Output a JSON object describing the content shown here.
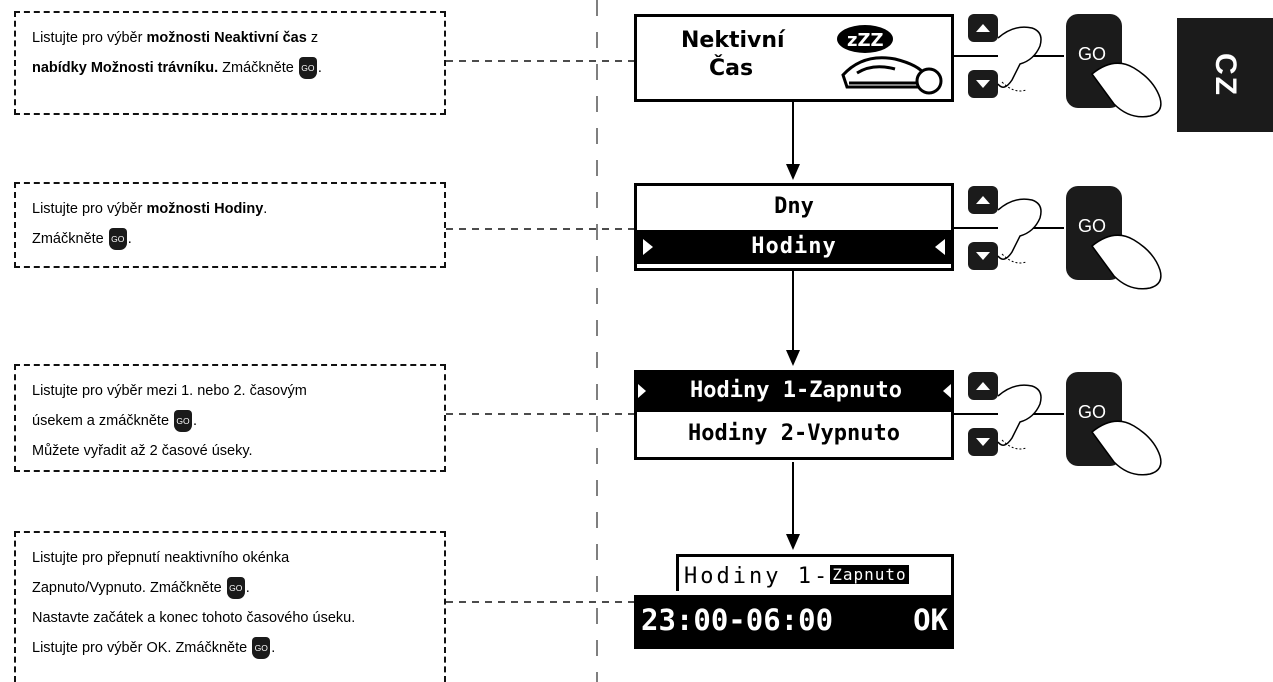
{
  "steps": [
    {
      "line1_a": "Listujte pro výběr ",
      "line1_b": "možnosti Neaktivní čas",
      "line1_c": " z",
      "line2_b": "nabídky Možnosti trávníku.",
      "line2_c": " Zmáčkněte ",
      "end": "."
    },
    {
      "line1_a": "Listujte pro výběr ",
      "line1_b": "možnosti Hodiny",
      "line1_c": ".",
      "line2_c": "Zmáčkněte ",
      "end": "."
    },
    {
      "line1": "Listujte pro výběr mezi 1. nebo 2. časovým",
      "line2": "úsekem a zmáčkněte ",
      "line2_end": ".",
      "line3": "Můžete vyřadit až 2 časové úseky."
    },
    {
      "line1": "Listujte pro přepnutí neaktivního okénka",
      "line2": "Zapnuto/Vypnuto. Zmáčkněte ",
      "line2_end": ".",
      "line3": "Nastavte začátek a konec tohoto časového úseku.",
      "line4": "Listujte pro výběr OK. Zmáčkněte ",
      "line4_end": "."
    }
  ],
  "go_label": "GO",
  "screens": {
    "s1": {
      "line1": "Nektivní",
      "line2": "Čas",
      "icon_text": "zZZ"
    },
    "s2": {
      "row1": "Dny",
      "row2": "Hodiny"
    },
    "s3": {
      "row1": "Hodiny 1-Zapnuto",
      "row2": "Hodiny 2-Vypnuto"
    },
    "s4": {
      "label": "Hodiny 1-",
      "state": "Zapnuto",
      "time": "23:00-06:00",
      "ok": "OK"
    }
  },
  "language_tab": "CZ"
}
